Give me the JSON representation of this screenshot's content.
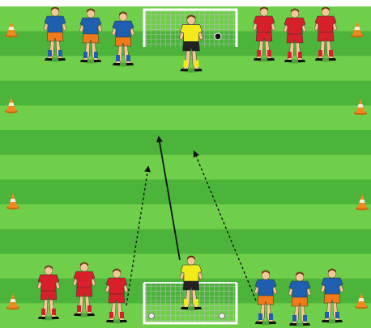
{
  "drill": {
    "stripe_colors": {
      "light": "#6fcf4a",
      "dark": "#4cb43a"
    },
    "goal_colors": {
      "frame": "#ffffff",
      "net": "#d9d9d9"
    },
    "cone_color": "#f08a1e",
    "teams": {
      "blue_orange": {
        "shirt": "#1f5fb0",
        "shorts": "#f07a1a"
      },
      "red": {
        "shirt": "#d8202a",
        "shorts": "#d8202a"
      },
      "goalkeeper": {
        "shirt": "#f2ea1a",
        "shorts": "#222222"
      }
    },
    "players": [
      {
        "id": "top-blue-1",
        "team": "blue_orange"
      },
      {
        "id": "top-blue-2",
        "team": "blue_orange"
      },
      {
        "id": "top-blue-3",
        "team": "blue_orange"
      },
      {
        "id": "top-goalkeeper",
        "team": "goalkeeper"
      },
      {
        "id": "top-red-1",
        "team": "red"
      },
      {
        "id": "top-red-2",
        "team": "red"
      },
      {
        "id": "top-red-3",
        "team": "red"
      },
      {
        "id": "bottom-red-1",
        "team": "red"
      },
      {
        "id": "bottom-red-2",
        "team": "red"
      },
      {
        "id": "bottom-red-3",
        "team": "red"
      },
      {
        "id": "bottom-goalkeeper",
        "team": "goalkeeper"
      },
      {
        "id": "bottom-blue-1",
        "team": "blue_orange"
      },
      {
        "id": "bottom-blue-2",
        "team": "blue_orange"
      },
      {
        "id": "bottom-blue-3",
        "team": "blue_orange"
      }
    ],
    "arrows": [
      {
        "id": "pass-to-center",
        "style": "solid"
      },
      {
        "id": "run-left",
        "style": "dashed"
      },
      {
        "id": "run-right",
        "style": "dashed"
      }
    ]
  }
}
